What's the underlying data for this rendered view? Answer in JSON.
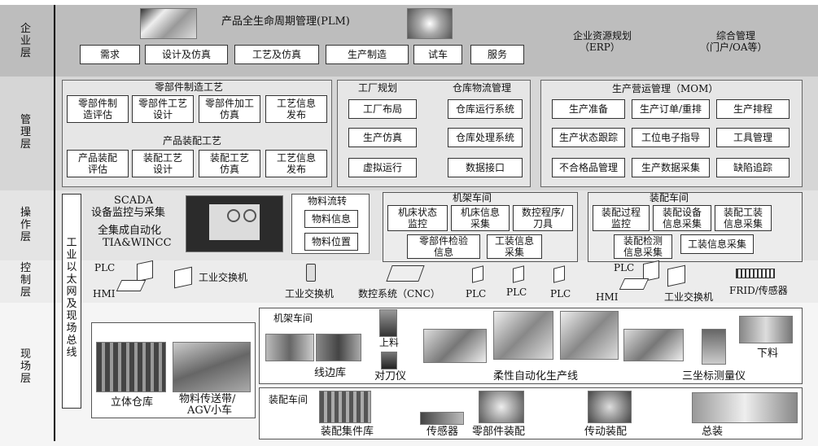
{
  "layers": {
    "enterprise": "企\n业\n层",
    "management": "管\n理\n层",
    "operation": "操\n作\n层",
    "control": "控\n制\n层",
    "field": "现\n场\n层"
  },
  "enterprise": {
    "plm_title": "产品全生命周期管理(PLM)",
    "plm_items": [
      "需求",
      "设计及仿真",
      "工艺及仿真",
      "生产制造",
      "试车",
      "服务"
    ],
    "erp_title": "企业资源规划",
    "erp_sub": "（ERP）",
    "oa_title": "综合管理",
    "oa_sub": "（门户/OA等）"
  },
  "management": {
    "parts_title": "零部件制造工艺",
    "parts_items": [
      "零部件制\n造评估",
      "零部件工艺\n设计",
      "零部件加工\n仿真",
      "工艺信息\n发布"
    ],
    "assembly_title": "产品装配工艺",
    "assembly_items": [
      "产品装配\n评估",
      "装配工艺\n设计",
      "装配工艺\n仿真",
      "工艺信息\n发布"
    ],
    "factory_title": "工厂规划",
    "factory_items": [
      "工厂布局",
      "生产仿真",
      "虚拟运行"
    ],
    "warehouse_title": "仓库物流管理",
    "warehouse_items": [
      "仓库运行系统",
      "仓库处理系统",
      "数据接口"
    ],
    "mom_title": "生产营运管理（MOM）",
    "mom_items": [
      "生产准备",
      "生产订单/重排",
      "生产排程",
      "生产状态跟踪",
      "工位电子指导",
      "工具管理",
      "不合格品管理",
      "生产数据采集",
      "缺陷追踪"
    ]
  },
  "operation": {
    "scada_line1": "SCADA",
    "scada_line2": "设备监控与采集",
    "auto_line1": "全集成自动化",
    "auto_line2": "TIA&WINCC",
    "material_title": "物料流转",
    "material_items": [
      "物料信息",
      "物料位置"
    ],
    "frame_title": "机架车间",
    "frame_items": [
      "机床状态\n监控",
      "机床信息\n采集",
      "数控程序/\n刀具",
      "零部件检验\n信息",
      "工装信息\n采集"
    ],
    "assy_title": "装配车间",
    "assy_items": [
      "装配过程\n监控",
      "装配设备\n信息采集",
      "装配工装\n信息采集",
      "装配检测\n信息采集",
      "工装信息采集"
    ]
  },
  "bus_label": "工\n业\n以\n太\n网\n及\n现\n场\n总\n线",
  "control": {
    "plc": "PLC",
    "hmi": "HMI",
    "switch": "工业交换机",
    "switch2": "工业交换机",
    "cnc": "数控系统（CNC）",
    "plc_a": "PLC",
    "plc_b": "PLC",
    "plc_c": "PLC",
    "plc_r": "PLC",
    "hmi_r": "HMI",
    "switch_r": "工业交换机",
    "rfid": "FRID/传感器"
  },
  "field": {
    "warehouse": "立体仓库",
    "conveyor_line1": "物料传送带/",
    "conveyor_line2": "AGV小车",
    "frame_shop": "机架车间",
    "line_store": "线边库",
    "loading": "上料",
    "tool_setter": "对刀仪",
    "flex_line": "柔性自动化生产线",
    "cmm": "三坐标测量仪",
    "unloading": "下料",
    "assy_shop": "装配车间",
    "kit_store": "装配集件库",
    "sensor": "传感器",
    "parts_assy": "零部件装配",
    "drive_assy": "传动装配",
    "final_assy": "总装"
  }
}
